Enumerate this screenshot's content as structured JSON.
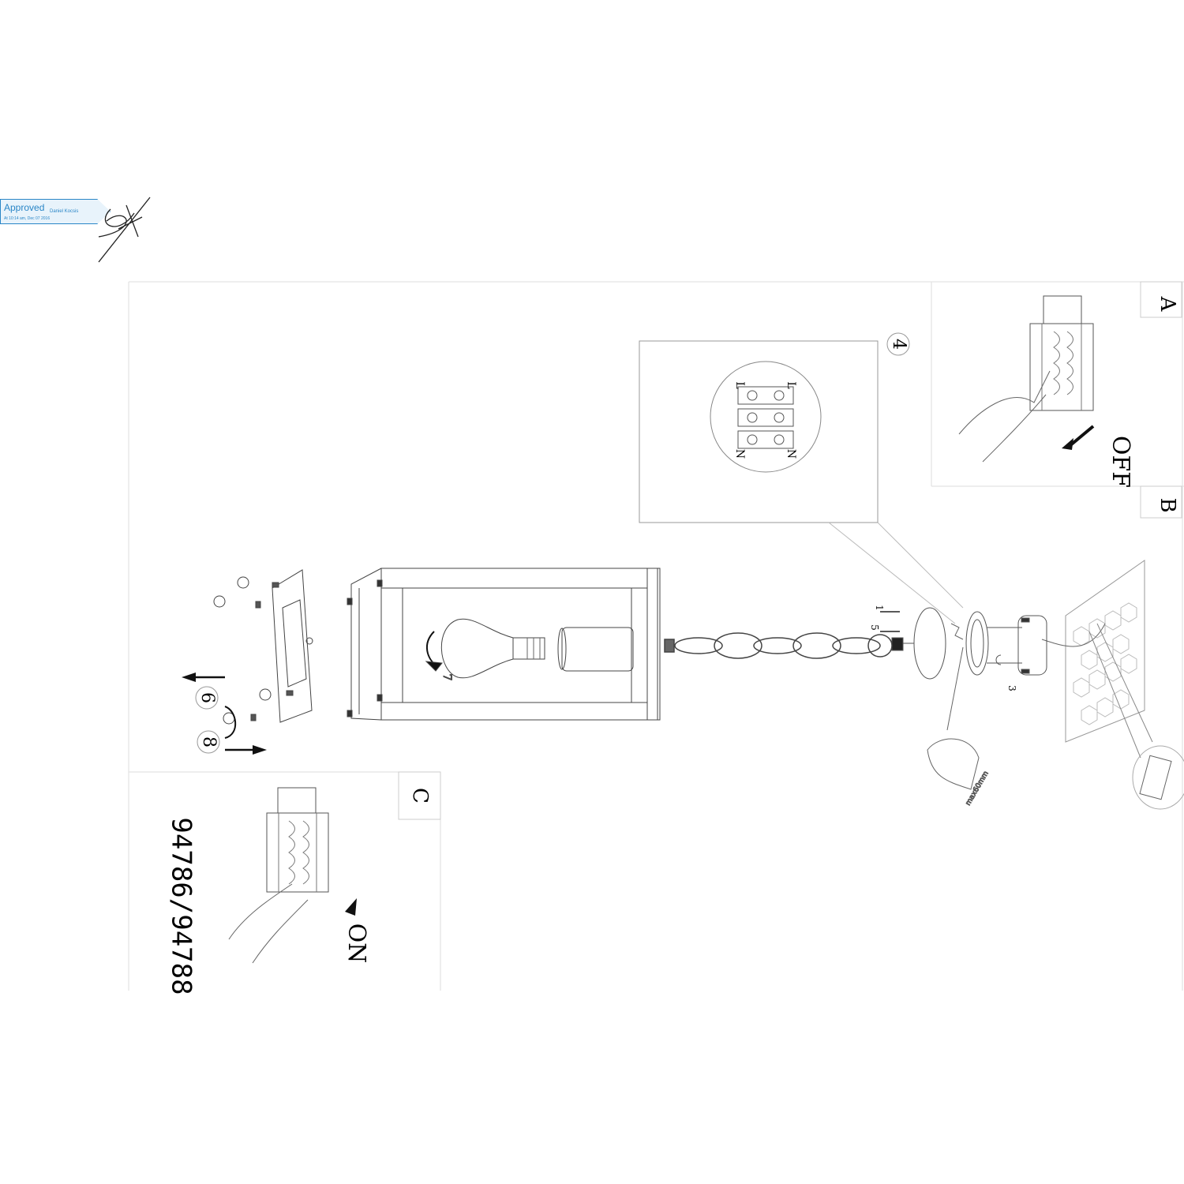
{
  "stamp": {
    "status": "Approved",
    "name": "Daniel Kocsis",
    "date": "At 10:14 am, Dec 07 2016"
  },
  "panels": {
    "a": {
      "label": "A",
      "text": "OFF"
    },
    "b": {
      "label": "B"
    },
    "c": {
      "label": "C",
      "text": "ON"
    }
  },
  "wiring": {
    "step": "4",
    "terminals_top": [
      "L",
      "N"
    ],
    "terminals_bottom": [
      "L",
      "N"
    ]
  },
  "steps": {
    "s1": "1",
    "s3": "3",
    "s5": "5",
    "s6": "6",
    "s7": "7",
    "s8": "8"
  },
  "model": "94786/94788",
  "max_depth": "max60mm",
  "colors": {
    "line": "#333333",
    "stamp": "#2a86c7"
  }
}
